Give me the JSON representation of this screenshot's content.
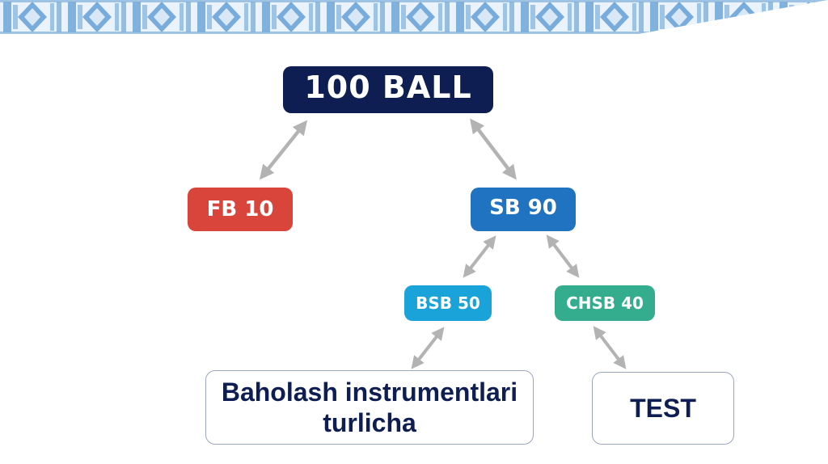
{
  "diagram": {
    "root": {
      "label": "100 BALL"
    },
    "fb": {
      "label": "FB 10"
    },
    "sb": {
      "label": "SB 90"
    },
    "bsb": {
      "label": "BSB 50"
    },
    "chsb": {
      "label": "CHSB 40"
    },
    "instruments": {
      "label": "Baholash instrumentlari turlicha"
    },
    "test": {
      "label": "TEST"
    }
  },
  "colors": {
    "root": "#0e1e52",
    "fb": "#d9453a",
    "sb": "#1f73c0",
    "bsb": "#1aa3d9",
    "chsb": "#33ad8e",
    "outline_text": "#0e1e52",
    "arrow": "#b3b3b3",
    "banner_pattern": "#5b9bd5"
  }
}
